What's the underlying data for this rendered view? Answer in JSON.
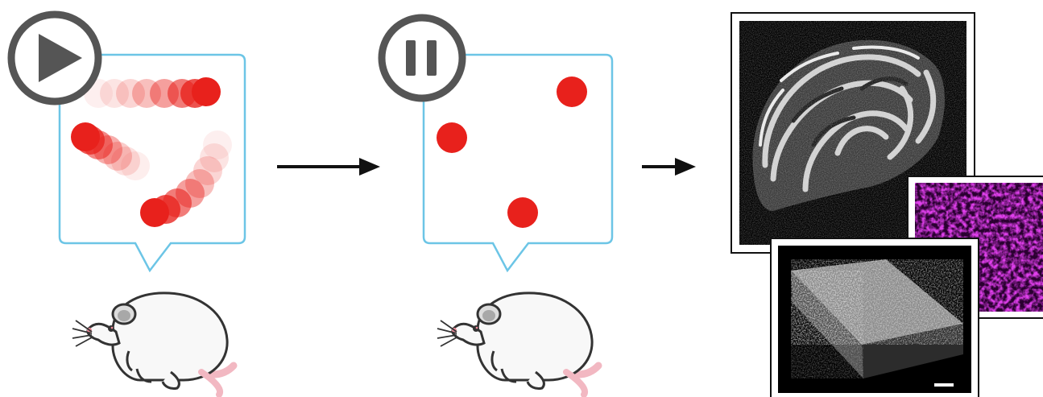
{
  "panels": [
    {
      "id": "moving",
      "state_icon": "play-icon",
      "dot_color": "#e8211c"
    },
    {
      "id": "paused",
      "state_icon": "pause-icon",
      "dot_color": "#e8211c"
    }
  ],
  "subject": "mouse",
  "result_images": [
    {
      "id": "cerebellum-section",
      "palette": "grayscale"
    },
    {
      "id": "magenta-stain",
      "palette": "magenta"
    },
    {
      "id": "tissue-volume-3d",
      "palette": "grayscale",
      "has_scale_bar": true
    }
  ],
  "colors": {
    "bubble_border": "#6cc5e6",
    "icon_gray": "#555555",
    "dot_red": "#e8211c",
    "arrow": "#111111",
    "mouse_tail": "#f2b8c2"
  }
}
